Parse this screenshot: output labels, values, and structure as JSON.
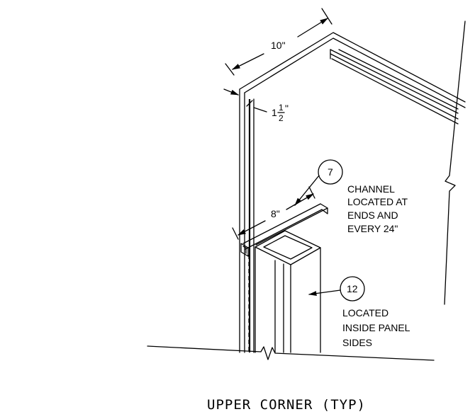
{
  "drawing": {
    "title": "UPPER CORNER (TYP)",
    "dimensions": {
      "top_width": "10\"",
      "wall_thickness_whole": "1",
      "wall_thickness_num": "1",
      "wall_thickness_den": "2",
      "wall_thickness_unit": "\"",
      "channel_length": "8\""
    },
    "callouts": [
      {
        "number": "7",
        "note": [
          "CHANNEL",
          "LOCATED AT",
          "ENDS AND",
          "EVERY 24\""
        ]
      },
      {
        "number": "12",
        "note": [
          "LOCATED",
          "INSIDE PANEL",
          "SIDES"
        ]
      }
    ]
  }
}
